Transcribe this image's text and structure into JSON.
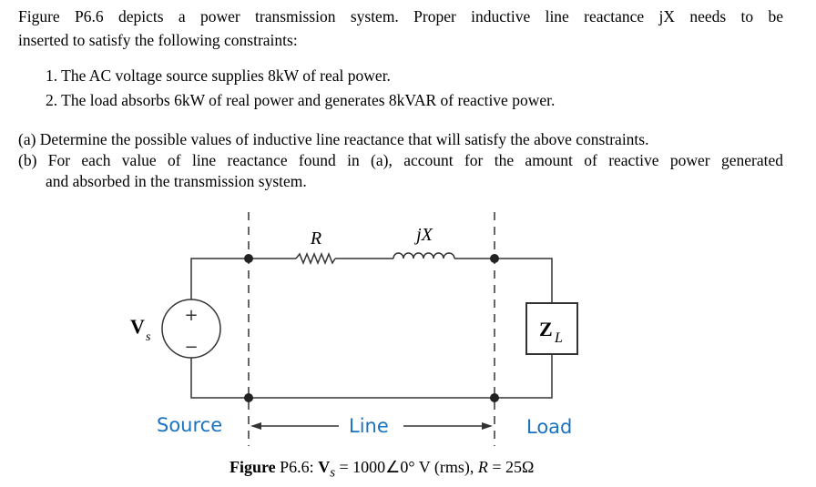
{
  "problem": {
    "intro_line1": "Figure P6.6 depicts a power transmission system. Proper inductive line reactance jX needs to be",
    "intro_line2": "inserted to satisfy the following constraints:",
    "constraints": [
      "1. The AC voltage source supplies 8kW of real power.",
      "2. The load absorbs 6kW of real power and generates 8kVAR of reactive power."
    ],
    "part_a": "(a) Determine the possible values of inductive line reactance that will satisfy the above constraints.",
    "part_b_line1": "(b) For each value of line reactance found in (a), account for the amount of reactive power generated",
    "part_b_line2": "and absorbed in the transmission system."
  },
  "figure": {
    "resistor_label": "R",
    "reactance_label": "jX",
    "source_label": "V",
    "source_subscript": "s",
    "plus": "+",
    "minus": "−",
    "load_label": "Z",
    "load_subscript": "L",
    "section_source": "Source",
    "section_line": "Line",
    "section_load": "Load",
    "caption_bold": "Figure",
    "caption_rest": " P6.6:  ",
    "caption_vs": "V",
    "caption_vs_sub": "s",
    "caption_value": " = 1000∠0° V (rms),  ",
    "caption_r": "R",
    "caption_r_value": " = 25Ω",
    "section_color": "#1a72c0"
  }
}
